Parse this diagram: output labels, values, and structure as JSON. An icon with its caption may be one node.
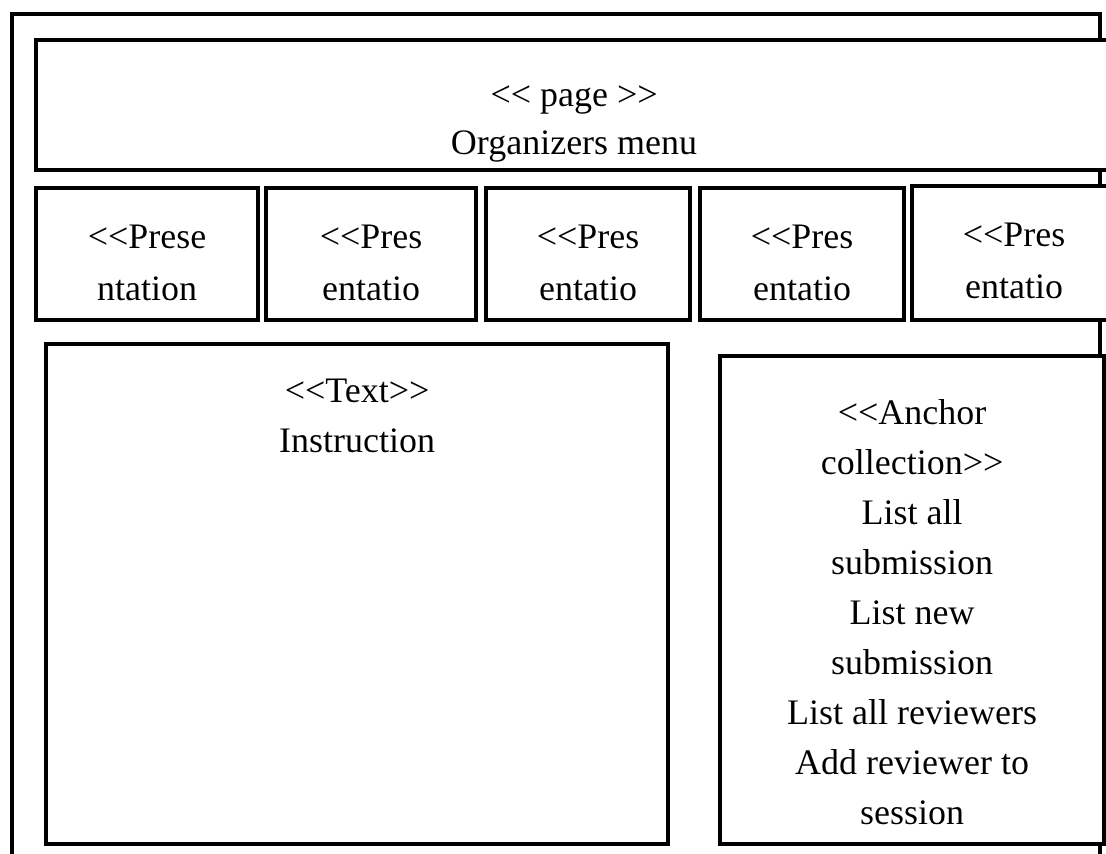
{
  "diagram": {
    "nodes": [
      {
        "text": [],
        "shape": "box"
      },
      {
        "text": [
          "<< page >>",
          "Organizers menu"
        ],
        "in": 0
      },
      {
        "text": [
          "<<Prese ntation"
        ],
        "in": 0
      },
      {
        "text": [
          "<<Pres entatio"
        ],
        "in": 0
      },
      {
        "text": [
          "<<Pres entatio"
        ],
        "in": 0
      },
      {
        "text": [
          "<<Pres entatio"
        ],
        "in": 0
      },
      {
        "text": [
          "<<Pres entatio"
        ],
        "in": 0
      },
      {
        "text": [
          "<<Text>>",
          "Instruction"
        ],
        "in": 0
      },
      {
        "text": [
          "<<Anchor collection>>",
          "List all submission",
          "List new submission",
          "List all reviewers",
          "Add reviewer to session"
        ],
        "in": 0
      }
    ]
  }
}
